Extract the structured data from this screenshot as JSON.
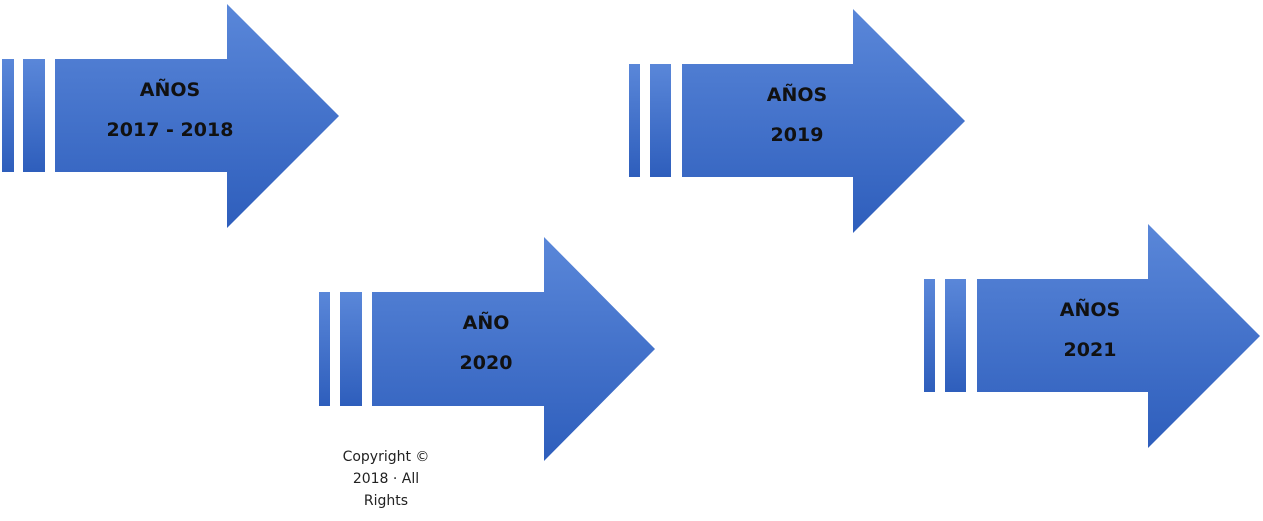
{
  "colors": {
    "arrow_light": "#5b86d6",
    "arrow_dark": "#2f5fbf",
    "text": "#111111"
  },
  "arrows": [
    {
      "title": "AÑOS",
      "years": "2017 - 2018"
    },
    {
      "title": "AÑOS",
      "years": "2019"
    },
    {
      "title": "AÑO",
      "years": "2020"
    },
    {
      "title": "AÑOS",
      "years": "2021"
    }
  ],
  "copyright": {
    "line1": "Copyright ©",
    "line2": "2018 · All",
    "line3": "Rights"
  }
}
